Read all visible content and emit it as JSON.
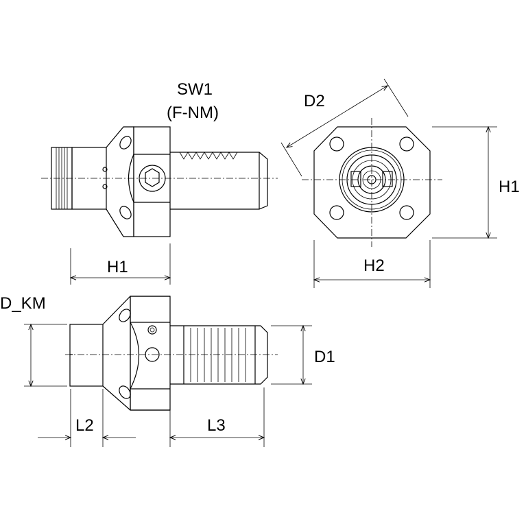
{
  "labels": {
    "sw1": "SW1",
    "f_nm": "(F-NM)",
    "d2": "D2",
    "h1_top": "H1",
    "h1_right": "H1",
    "h2": "H2",
    "d_km": "D_KM",
    "d1": "D1",
    "l2": "L2",
    "l3": "L3"
  },
  "colors": {
    "line": "#000000",
    "background": "#ffffff"
  }
}
